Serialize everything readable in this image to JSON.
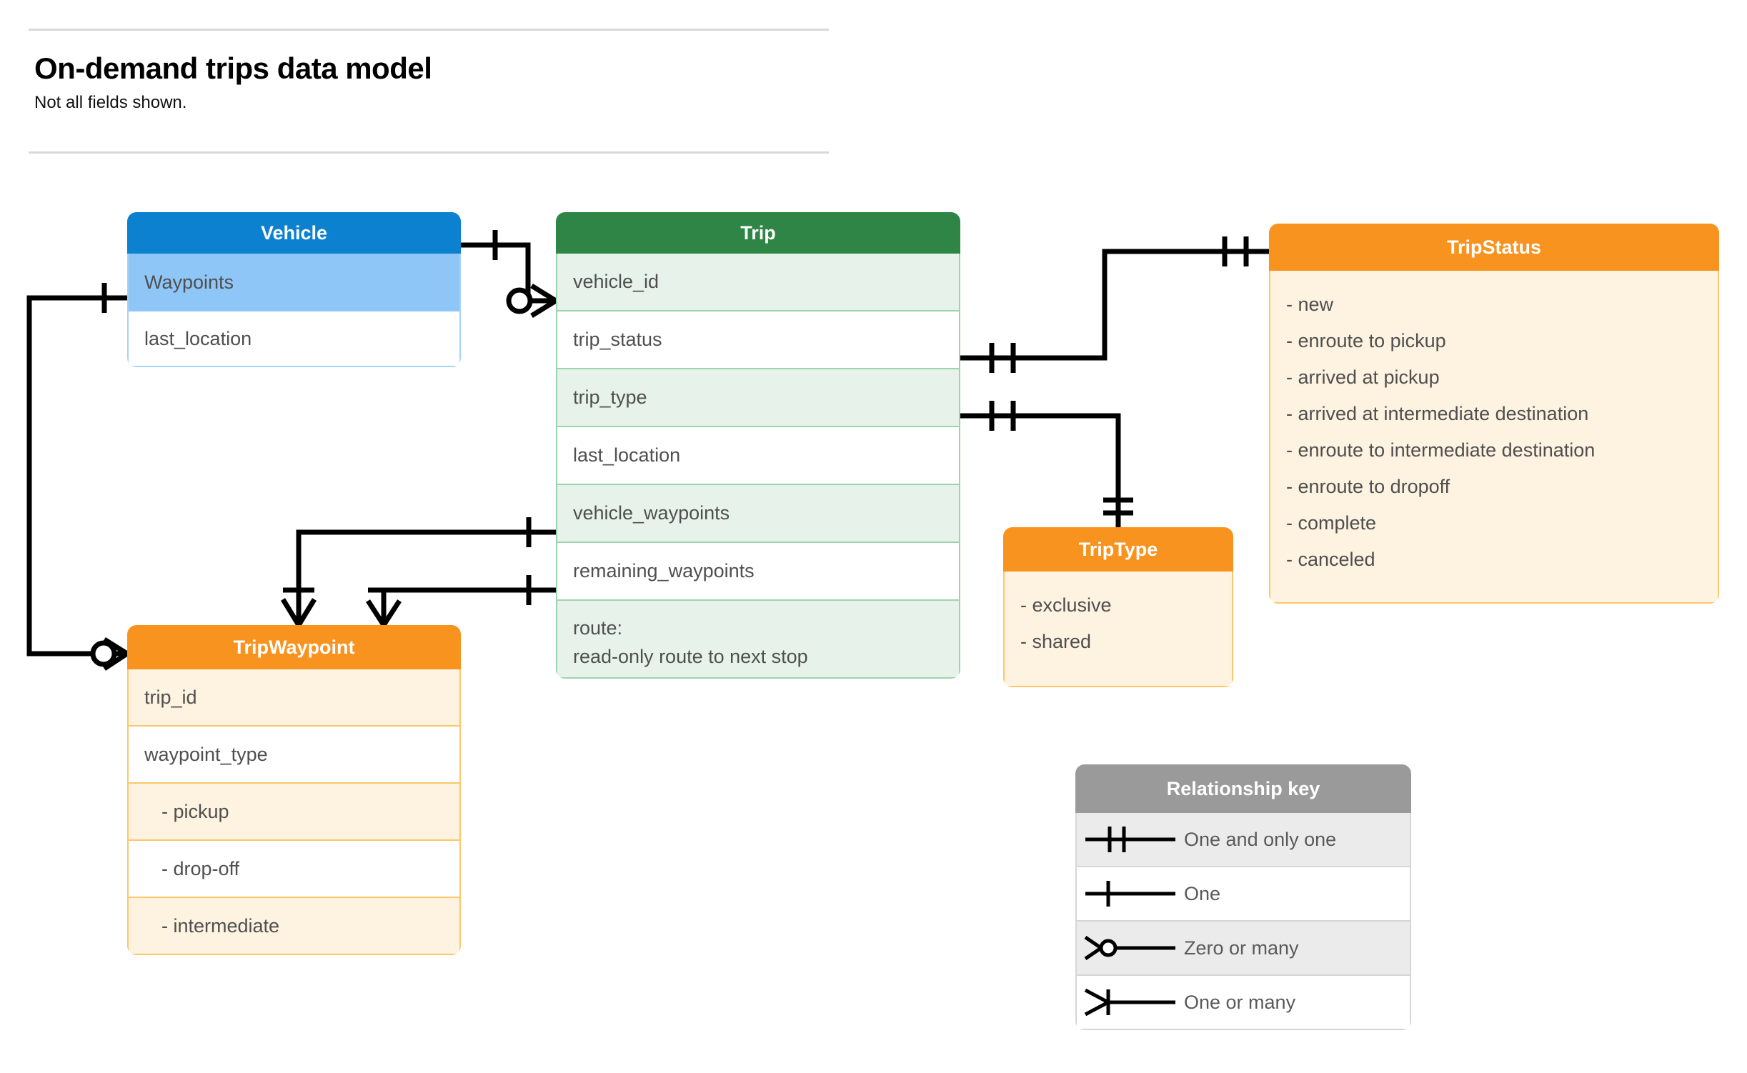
{
  "header": {
    "title": "On-demand trips data model",
    "subtitle": "Not all fields shown."
  },
  "colors": {
    "vehicle_header": "#0b81d0",
    "vehicle_row_alt": "#8ec6f7",
    "trip_header": "#2e8545",
    "trip_row_alt": "#e7f3ea",
    "orange_header": "#f7931e",
    "orange_body": "#fdf3e0",
    "key_header": "#9a9a9a",
    "rule": "#d9d9d9"
  },
  "entities": {
    "vehicle": {
      "title": "Vehicle",
      "fields": [
        "Waypoints",
        "last_location"
      ]
    },
    "trip": {
      "title": "Trip",
      "fields": [
        "vehicle_id",
        "trip_status",
        "trip_type",
        "last_location",
        "vehicle_waypoints",
        "remaining_waypoints"
      ],
      "route_label": "route:",
      "route_desc": "read-only route to next stop"
    },
    "trip_status": {
      "title": "TripStatus",
      "values": [
        "- new",
        "- enroute to pickup",
        "- arrived at pickup",
        "- arrived at intermediate destination",
        "- enroute to intermediate destination",
        "- enroute to dropoff",
        "- complete",
        "- canceled"
      ]
    },
    "trip_type": {
      "title": "TripType",
      "values": [
        "- exclusive",
        "- shared"
      ]
    },
    "trip_waypoint": {
      "title": "TripWaypoint",
      "fields": [
        "trip_id",
        "waypoint_type"
      ],
      "values": [
        "-  pickup",
        "-  drop-off",
        "-  intermediate"
      ]
    }
  },
  "relationship_key": {
    "title": "Relationship key",
    "items": [
      {
        "symbol": "one-and-only-one",
        "label": "One and only one"
      },
      {
        "symbol": "one",
        "label": "One"
      },
      {
        "symbol": "zero-or-many",
        "label": "Zero or many"
      },
      {
        "symbol": "one-or-many",
        "label": "One or many"
      }
    ]
  },
  "relationships": [
    {
      "from": "Vehicle",
      "from_card": "one",
      "to": "Trip.vehicle_id",
      "to_card": "zero-or-many"
    },
    {
      "from": "Vehicle.Waypoints",
      "from_card": "one",
      "to": "TripWaypoint",
      "to_card": "zero-or-many"
    },
    {
      "from": "Trip.trip_status",
      "from_card": "one-and-only-one",
      "to": "TripStatus",
      "to_card": "one-and-only-one"
    },
    {
      "from": "Trip.trip_type",
      "from_card": "one-and-only-one",
      "to": "TripType",
      "to_card": "one-and-only-one"
    },
    {
      "from": "Trip.vehicle_waypoints",
      "from_card": "one",
      "to": "TripWaypoint",
      "to_card": "one-or-many"
    },
    {
      "from": "Trip.remaining_waypoints",
      "from_card": "one",
      "to": "TripWaypoint",
      "to_card": "one-or-many"
    }
  ]
}
